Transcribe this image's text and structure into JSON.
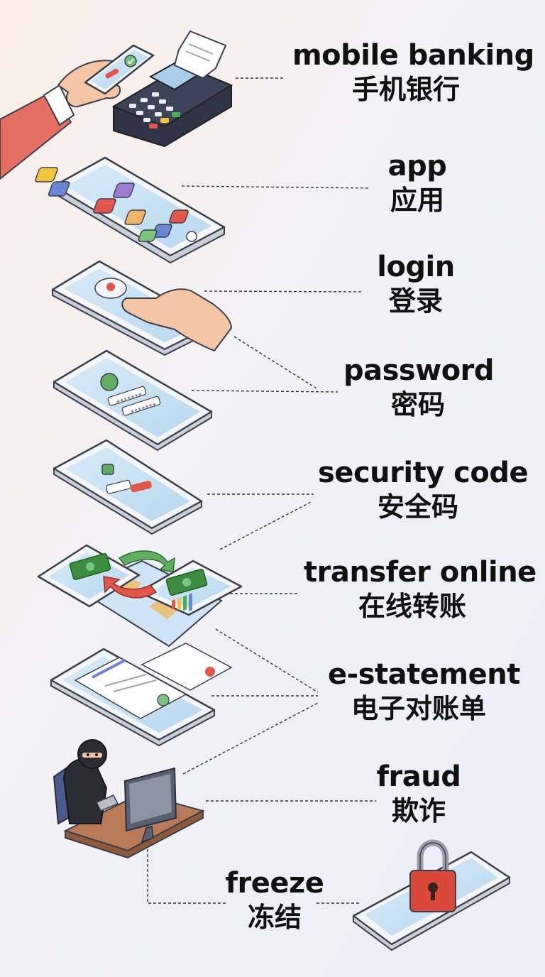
{
  "terms": [
    {
      "en": "mobile banking",
      "zh": "手机银行"
    },
    {
      "en": "app",
      "zh": "应用"
    },
    {
      "en": "login",
      "zh": "登录"
    },
    {
      "en": "password",
      "zh": "密码"
    },
    {
      "en": "security code",
      "zh": "安全码"
    },
    {
      "en": "transfer online",
      "zh": "在线转账"
    },
    {
      "en": "e-statement",
      "zh": "电子对账单"
    },
    {
      "en": "fraud",
      "zh": "欺诈"
    },
    {
      "en": "freeze",
      "zh": "冻结"
    }
  ],
  "colors": {
    "screen": "#cfe4f5",
    "phone_frame": "#f4f6f9",
    "outline": "#3a3f4b",
    "accent_red": "#e2564b",
    "accent_green": "#4caf50",
    "money_green": "#3c8d3f",
    "lock_red": "#d9483b",
    "desk": "#b97a57"
  }
}
